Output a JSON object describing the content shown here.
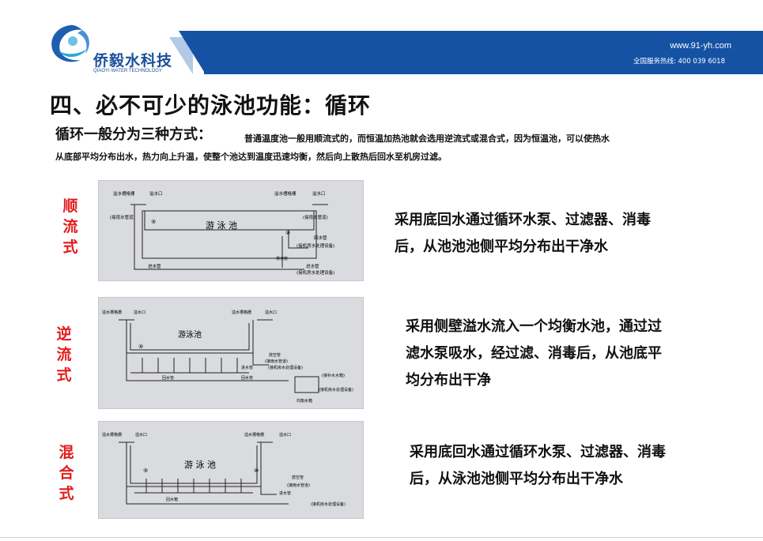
{
  "header": {
    "brand_cn": "侨毅水科技",
    "brand_en": "QIAOYI WATER TECHNOLOGY",
    "website": "www.91-yh.com",
    "hotline": "全国服务热线: 400 039 6018",
    "colors": {
      "banner": "#1552a4",
      "brand": "#1c4f9c"
    }
  },
  "page": {
    "title": "四、必不可少的泳池功能：循环",
    "subheading": "循环一般分为三种方式：",
    "intro_line1": "普通温度池一般用顺流式的，而恒温加热池就会选用逆流式或混合式，因为恒温池，可以使热水",
    "intro_line2": "从底部平均分布出水，热力向上升温，使整个池达到温度迅速均衡，然后向上散热后回水至机房过滤。"
  },
  "methods": [
    {
      "label": [
        "顺",
        "流",
        "式"
      ],
      "description": [
        "采用底回水通过循环水泵、过滤器、消毒",
        "后，从池池池侧平均分布出干净水"
      ],
      "diagram": {
        "pool": "游 泳 池",
        "labels": [
          "溢水槽格栅",
          "溢水口",
          "溢水槽格栅",
          "溢水口",
          "(接雨水管道)",
          "(接雨水管道)",
          "⑨",
          "⑩",
          "回水管",
          "(接机房水处理设备)",
          "进水管",
          "进水管",
          "(接机房水处理设备)",
          "排污管"
        ]
      }
    },
    {
      "label": [
        "逆",
        "流",
        "式"
      ],
      "description": [
        "采用侧壁溢水流入一个均衡水池，通过过",
        "滤水泵吸水，经过滤、消毒后，从池底平",
        "均分布出干净"
      ],
      "diagram": {
        "pool": "游泳池",
        "labels": [
          "溢水槽格栅",
          "溢水口",
          "溢水槽格栅",
          "溢水口",
          "⑨",
          "放空管",
          "(接雨水管道)",
          "(接机房水处理设备)",
          "进水管",
          "回水管",
          "回水管",
          "(接补水水箱)",
          "(接机房水处理设备)",
          "均衡水箱"
        ]
      }
    },
    {
      "label": [
        "混",
        "合",
        "式"
      ],
      "description": [
        "采用底回水通过循环水泵、过滤器、消毒",
        "后，从泳池池侧平均分布出干净水"
      ],
      "diagram": {
        "pool": "游 泳 池",
        "labels": [
          "溢水槽格栅",
          "溢水口",
          "溢水槽格栅",
          "溢水口",
          "⑨",
          "⑩",
          "放空管",
          "(接雨水管道)",
          "进水管",
          "回水箱",
          "(接机房水处理设备)"
        ]
      }
    }
  ]
}
